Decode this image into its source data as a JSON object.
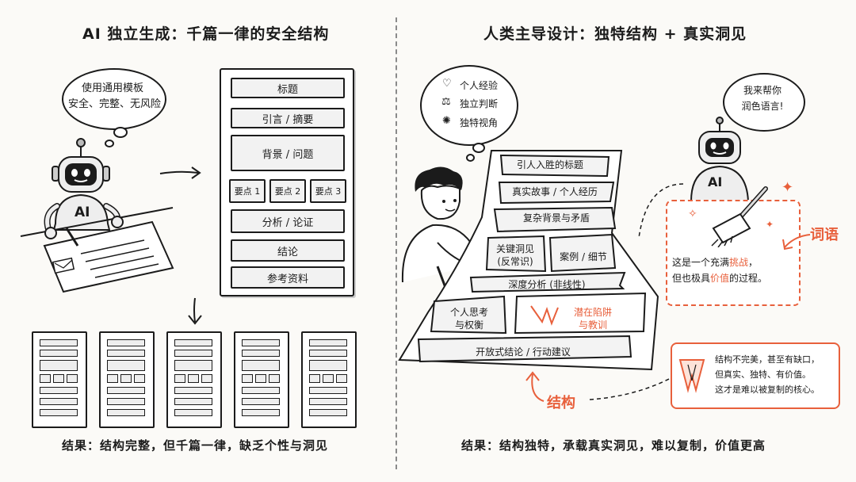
{
  "left": {
    "title": "AI 独立生成：千篇一律的安全结构",
    "thought": [
      "使用通用模板",
      "安全、完整、无风险"
    ],
    "robot_label": "AI",
    "template_blocks": [
      "标题",
      "引言 / 摘要",
      "背景 / 问题",
      "分析 / 论证",
      "结论",
      "参考资料"
    ],
    "points": [
      "要点 1",
      "要点 2",
      "要点 3"
    ],
    "result": "结果：结构完整，但千篇一律，缺乏个性与洞见"
  },
  "right": {
    "title": "人类主导设计：独特结构 + 真实洞见",
    "thought": {
      "items": [
        {
          "icon": "heart-icon",
          "text": "个人经验"
        },
        {
          "icon": "scale-icon",
          "text": "独立判断"
        },
        {
          "icon": "bulb-icon",
          "text": "独特视角"
        }
      ]
    },
    "robot_label": "AI",
    "robot_speech": [
      "我来帮你",
      "润色语言!"
    ],
    "doc_blocks": {
      "b1": "引人入胜的标题",
      "b2": "真实故事 / 个人经历",
      "b3": "复杂背景与矛盾",
      "b4": [
        "关键洞见",
        "(反常识)"
      ],
      "b5": "案例 / 细节",
      "b6": "深度分析 (非线性)",
      "b7": [
        "个人思考",
        "与权衡"
      ],
      "b8": [
        "潜在陷阱",
        "与教训"
      ],
      "b9": "开放式结论 / 行动建议"
    },
    "polish_note": {
      "line1_prefix": "这是一个充满",
      "line1_hl": "挑战",
      "line1_suffix": "，",
      "line2_prefix": "但也极具",
      "line2_hl": "价值",
      "line2_suffix": "的过程。"
    },
    "label_words": "词语",
    "label_structure": "结构",
    "gap_note": [
      "结构不完美，甚至有缺口，",
      "但真实、独特、有价值。",
      "这才是难以被复制的核心。"
    ],
    "result": "结果：结构独特，承载真实洞见，难以复制，价值更高"
  },
  "colors": {
    "accent": "#e8603c",
    "ink": "#1b1b1b",
    "paper": "#fbfaf7"
  }
}
